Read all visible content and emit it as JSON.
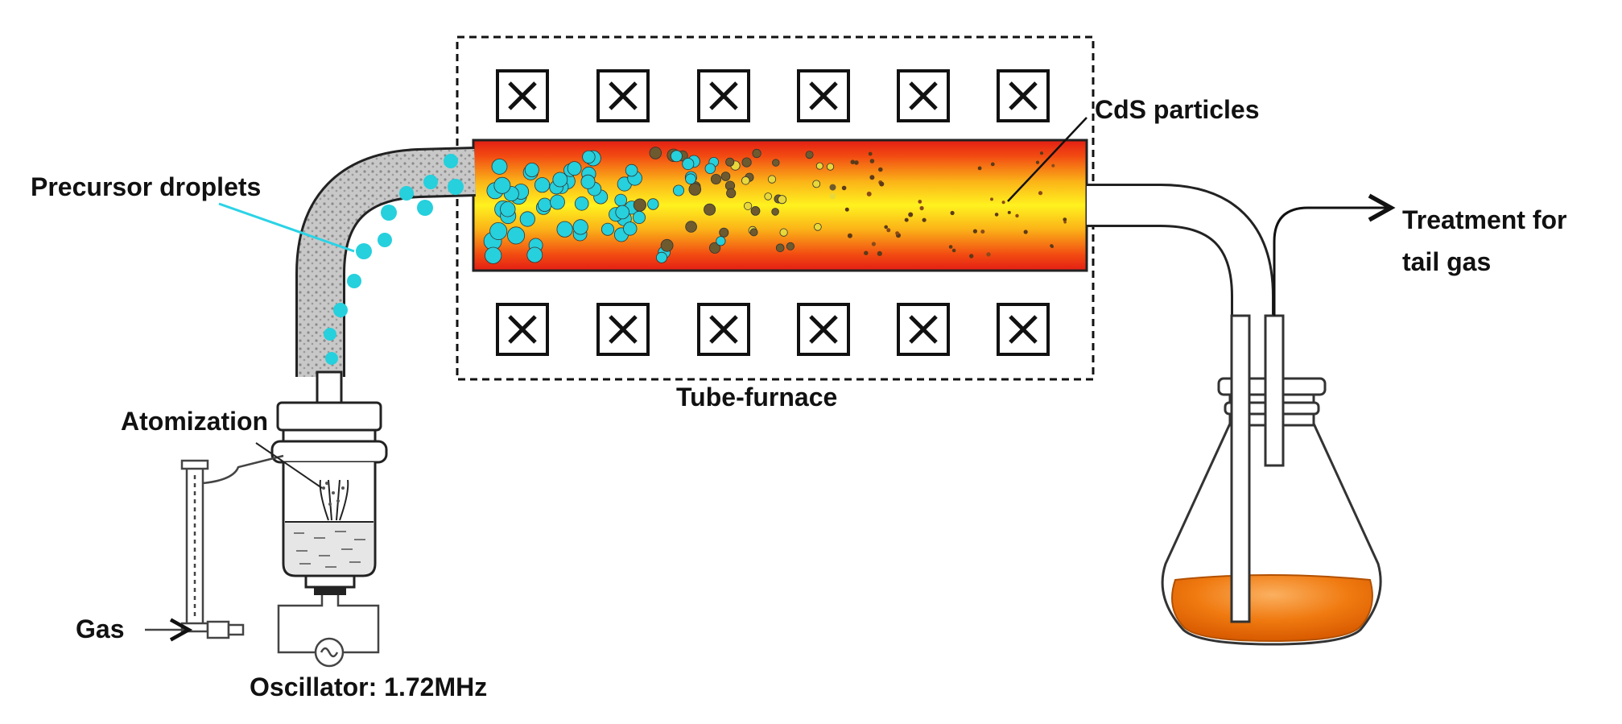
{
  "labels": {
    "precursor_droplets": "Precursor droplets",
    "cds_particles": "CdS particles",
    "treatment_line1": "Treatment for",
    "treatment_line2": "tail gas",
    "tube_furnace": "Tube-furnace",
    "atomization": "Atomization",
    "gas": "Gas",
    "oscillator": "Oscillator: 1.72MHz"
  },
  "heater_boxes": {
    "top_row_count": 6,
    "bottom_row_count": 6,
    "symbol": "×"
  },
  "colors": {
    "droplet": "#26d0dc",
    "furnace_red": "#e31e14",
    "furnace_yellow": "#fff21f",
    "liquid": "#f07a10",
    "leader_line": "#2bd3e6"
  }
}
